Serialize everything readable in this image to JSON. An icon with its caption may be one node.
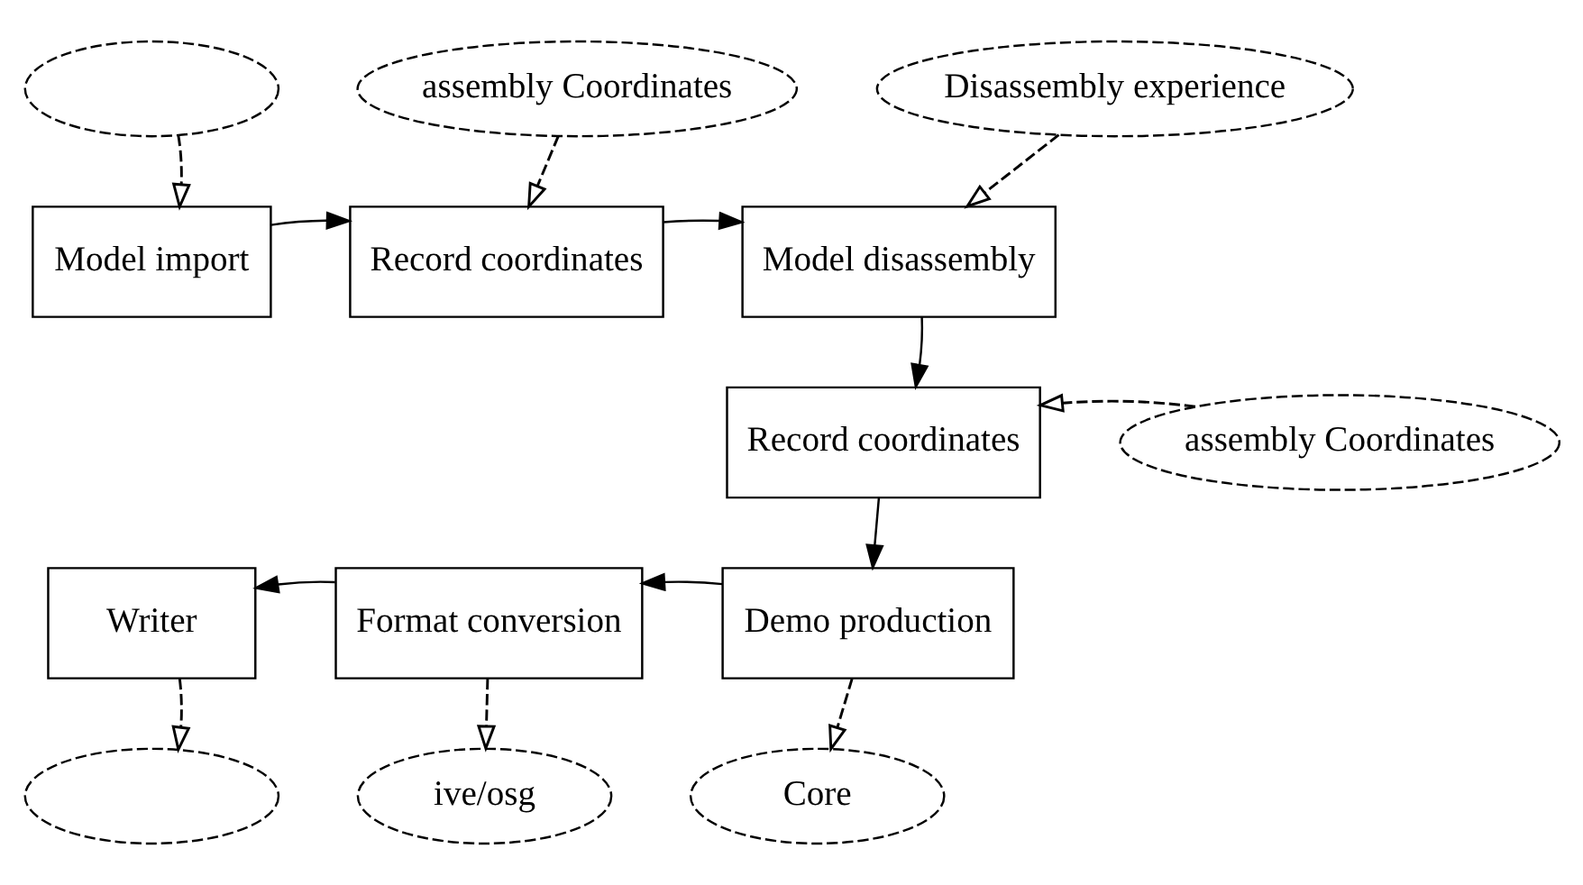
{
  "diagram": {
    "nodes": [
      {
        "text": [],
        "shape": "ellipse"
      },
      {
        "text": [
          "assembly Coordinates"
        ]
      },
      {
        "text": [
          "Disassembly experience"
        ]
      },
      {
        "text": [
          "Model import"
        ]
      },
      {
        "text": [
          "Record coordinates"
        ]
      },
      {
        "text": [
          "Model disassembly"
        ]
      },
      {
        "text": [
          "Record coordinates"
        ]
      },
      {
        "text": [
          "assembly Coordinates"
        ]
      },
      {
        "text": [
          "Writer"
        ]
      },
      {
        "text": [
          "Format conversion"
        ]
      },
      {
        "text": [
          "Demo production"
        ]
      },
      {
        "text": [],
        "shape": "ellipse"
      },
      {
        "text": [
          "ive/osg"
        ]
      },
      {
        "text": [
          "Core"
        ]
      }
    ],
    "edges": [
      {
        "from": 0,
        "to": 3,
        "arrow": "to",
        "style": "dashed"
      },
      {
        "from": 1,
        "to": 4,
        "arrow": "to",
        "style": "dashed"
      },
      {
        "from": 2,
        "to": 5,
        "arrow": "to",
        "style": "dashed"
      },
      {
        "from": 3,
        "to": 4,
        "arrow": "to"
      },
      {
        "from": 4,
        "to": 5,
        "arrow": "to"
      },
      {
        "from": 5,
        "to": 6,
        "arrow": "to"
      },
      {
        "from": 7,
        "to": 6,
        "arrow": "to",
        "style": "dashed"
      },
      {
        "from": 6,
        "to": 10,
        "arrow": "to"
      },
      {
        "from": 10,
        "to": 9,
        "arrow": "to"
      },
      {
        "from": 9,
        "to": 8,
        "arrow": "to"
      },
      {
        "from": 8,
        "to": 11,
        "arrow": "to",
        "style": "dashed"
      },
      {
        "from": 9,
        "to": 12,
        "arrow": "to",
        "style": "dashed"
      },
      {
        "from": 10,
        "to": 13,
        "arrow": "to",
        "style": "dashed"
      }
    ]
  }
}
